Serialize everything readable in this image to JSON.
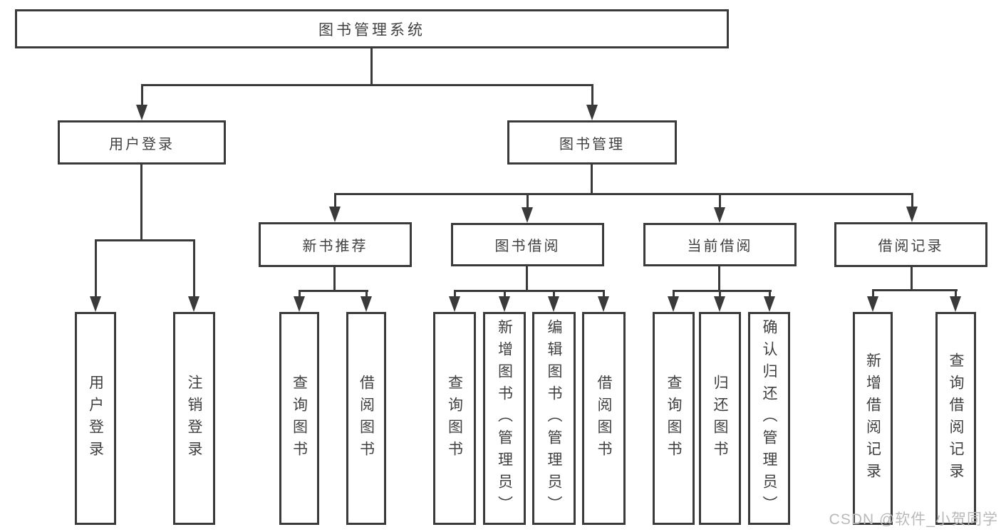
{
  "diagram": {
    "root": {
      "label": "图书管理系统"
    },
    "level2": {
      "user_login": {
        "label": "用户登录",
        "children": [
          {
            "label": "用户登录"
          },
          {
            "label": "注销登录"
          }
        ]
      },
      "book_mgmt": {
        "label": "图书管理",
        "sections": [
          {
            "label": "新书推荐",
            "children": [
              {
                "label": "查询图书"
              },
              {
                "label": "借阅图书"
              }
            ]
          },
          {
            "label": "图书借阅",
            "children": [
              {
                "label": "查询图书"
              },
              {
                "label": "新增图书（管理员）"
              },
              {
                "label": "编辑图书（管理员）"
              },
              {
                "label": "借阅图书"
              }
            ]
          },
          {
            "label": "当前借阅",
            "children": [
              {
                "label": "查询图书"
              },
              {
                "label": "归还图书"
              },
              {
                "label": "确认归还（管理员）"
              }
            ]
          },
          {
            "label": "借阅记录",
            "children": [
              {
                "label": "新增借阅记录"
              },
              {
                "label": "查询借阅记录"
              }
            ]
          }
        ]
      }
    }
  },
  "watermark": "CSDN @软件_小贺同学",
  "colors": {
    "line": "#3a3a3a",
    "text": "#404040",
    "watermark": "#b9b9b9",
    "background": "#ffffff"
  }
}
